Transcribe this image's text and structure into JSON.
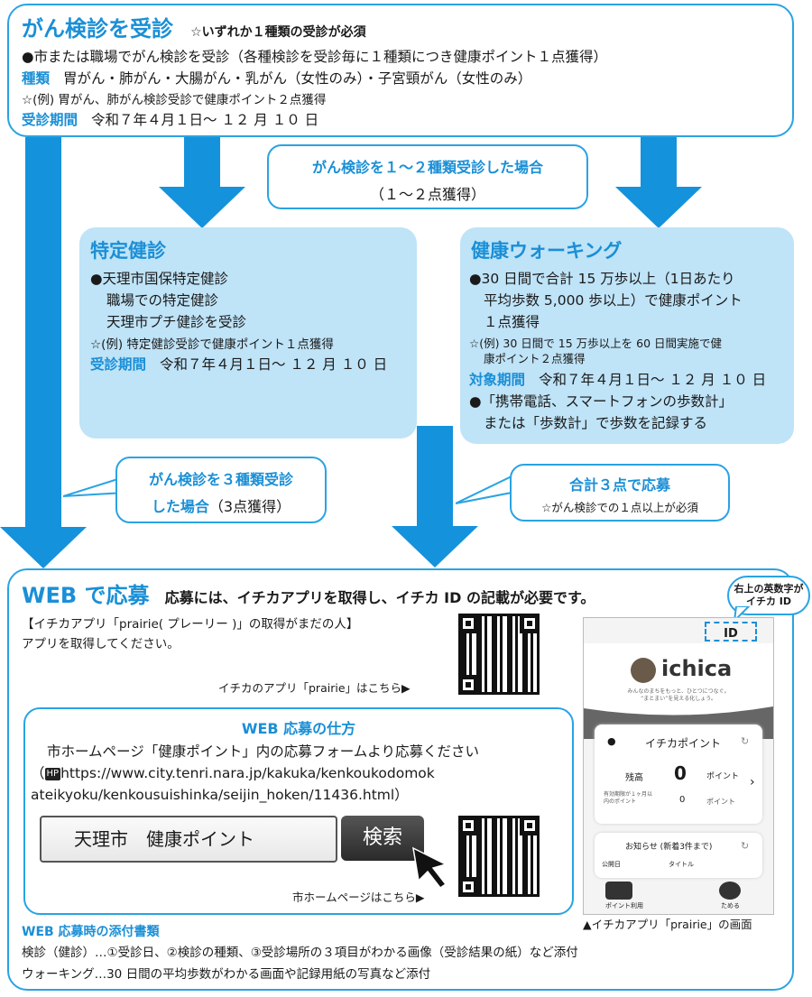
{
  "top": {
    "title": "がん検診を受診",
    "note": "☆いずれか１種類の受診が必須",
    "line1": "●市または職場でがん検診を受診（各種検診を受診毎に１種類につき健康ポイント１点獲得）",
    "types_label": "種類",
    "types": "胃がん・肺がん・大腸がん・乳がん（女性のみ）・子宮頸がん（女性のみ）",
    "example": "☆(例) 胃がん、肺がん検診受診で健康ポイント２点獲得",
    "period_label": "受診期間",
    "period": "令和７年４月１日～ １２ 月 １０ 日"
  },
  "middle_bubble": {
    "line1": "がん検診を１～２種類受診した場合",
    "line2": "（１～２点獲得）"
  },
  "tokutei": {
    "title": "特定健診",
    "item1": "●天理市国保特定健診",
    "item2": "職場での特定健診",
    "item3": "天理市プチ健診を受診",
    "example": "☆(例) 特定健診受診で健康ポイント１点獲得",
    "period_label": "受診期間",
    "period": "令和７年４月１日～ １２ 月 １０ 日"
  },
  "walking": {
    "title": "健康ウォーキング",
    "item1a": "●30 日間で合計 15 万歩以上（1日あたり",
    "item1b": "平均歩数 5,000 歩以上）で健康ポイント",
    "item1c": "１点獲得",
    "example1": "☆(例) 30 日間で 15 万歩以上を 60 日間実施で健",
    "example2": "康ポイント２点獲得",
    "period_label": "対象期間",
    "period": "令和７年４月１日～ １２ 月 １０ 日",
    "item2a": "●「携帯電話、スマートフォンの歩数計」",
    "item2b": "または「歩数計」で歩数を記録する"
  },
  "left_bubble": {
    "line1": "がん検診を３種類受診",
    "line2a": "した場合",
    "line2b": "（3点獲得）"
  },
  "right_bubble": {
    "line1": "合計３点で応募",
    "line2": "☆がん検診での１点以上が必須"
  },
  "web": {
    "title": "WEB で応募",
    "subtitle": "応募には、イチカアプリを取得し、イチカ ID の記載が必要です。",
    "app_line1": "【イチカアプリ「prairie( プレーリー )」の取得がまだの人】",
    "app_line2": "アプリを取得してください。",
    "app_qr_caption": "イチカのアプリ「prairie」はこちら▶",
    "howto_title": "WEB 応募の仕方",
    "howto_line1": "市ホームページ「健康ポイント」内の応募フォームより応募ください",
    "howto_hp": "HP",
    "howto_url1": "https://www.city.tenri.nara.jp/kakuka/kenkoukodomok",
    "howto_url2": "ateikyoku/kenkousuishinka/seijin_hoken/11436.html）",
    "search_text": "天理市　健康ポイント",
    "search_button": "検索",
    "hp_qr_caption": "市ホームページはこちら▶",
    "attach_title": "WEB 応募時の添付書類",
    "attach_line1": "検診（健診）…①受診日、②検診の種類、③受診場所の３項目がわかる画像（受診結果の紙）など添付",
    "attach_line2": "ウォーキング…30 日間の平均歩数がわかる画面や記録用紙の写真など添付"
  },
  "id_bubble": {
    "line1": "右上の英数字が",
    "line2": "イチカ ID"
  },
  "phone": {
    "id_label": "ID",
    "logo": "ichica",
    "tagline1": "みんなのまちをもっと、ひとつにつなぐ。",
    "tagline2": "“まとまい”を見える化しょう。",
    "points_title": "イチカポイント",
    "balance_label": "残高",
    "balance_value": "0",
    "points_unit": "ポイント",
    "expiry_label1": "有効期限が１ヶ月以",
    "expiry_label2": "内のポイント",
    "expiry_value": "0",
    "news_title": "お知らせ (新着3件まで)",
    "news_col1": "公開日",
    "news_col2": "タイトル",
    "nav1": "ポイント利用",
    "nav2": "ためる",
    "caption": "▲イチカアプリ「prairie」の画面"
  }
}
